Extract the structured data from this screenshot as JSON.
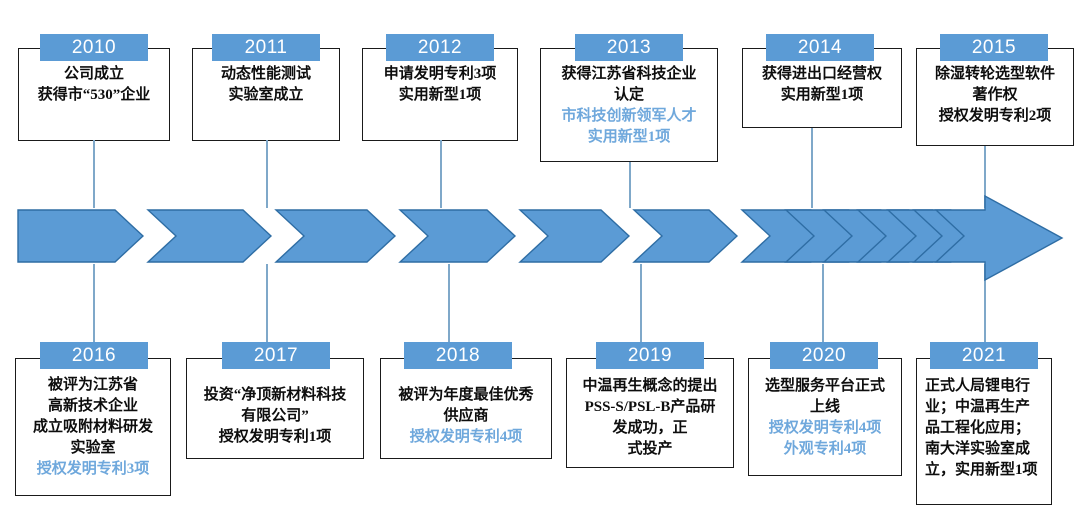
{
  "meta": {
    "accent_blue": "#5B9BD5",
    "accent_text_blue": "#6FA8DC",
    "box_border": "#1a1a1a",
    "stem_color": "#7FA8C9",
    "background": "#ffffff"
  },
  "timeline": {
    "top_events": [
      {
        "year": "2010",
        "lines": [
          {
            "text": "公司成立",
            "accent": false
          },
          {
            "text": "获得市“530”企业",
            "accent": false
          }
        ]
      },
      {
        "year": "2011",
        "lines": [
          {
            "text": "动态性能测试",
            "accent": false
          },
          {
            "text": "实验室成立",
            "accent": false
          }
        ]
      },
      {
        "year": "2012",
        "lines": [
          {
            "text": "申请发明专利3项",
            "accent": false
          },
          {
            "text": "实用新型1项",
            "accent": false
          }
        ]
      },
      {
        "year": "2013",
        "lines": [
          {
            "text": "获得江苏省科技企业",
            "accent": false
          },
          {
            "text": "认定",
            "accent": false
          },
          {
            "text": "市科技创新领军人才",
            "accent": true
          },
          {
            "text": "实用新型1项",
            "accent": true
          }
        ]
      },
      {
        "year": "2014",
        "lines": [
          {
            "text": "获得进出口经营权",
            "accent": false
          },
          {
            "text": "实用新型1项",
            "accent": false
          }
        ]
      },
      {
        "year": "2015",
        "lines": [
          {
            "text": "除湿转轮选型软件",
            "accent": false
          },
          {
            "text": "著作权",
            "accent": false
          },
          {
            "text": "授权发明专利2项",
            "accent": false
          }
        ]
      }
    ],
    "bottom_events": [
      {
        "year": "2016",
        "lines": [
          {
            "text": "被评为江苏省",
            "accent": false
          },
          {
            "text": "高新技术企业",
            "accent": false
          },
          {
            "text": "成立吸附材料研发",
            "accent": false
          },
          {
            "text": "实验室",
            "accent": false
          },
          {
            "text": "授权发明专利3项",
            "accent": true
          }
        ]
      },
      {
        "year": "2017",
        "lines": [
          {
            "text": "投资“净顶新材料科技",
            "accent": false
          },
          {
            "text": "有限公司”",
            "accent": false
          },
          {
            "text": "授权发明专利1项",
            "accent": false
          }
        ]
      },
      {
        "year": "2018",
        "lines": [
          {
            "text": "被评为年度最佳优秀",
            "accent": false
          },
          {
            "text": "供应商",
            "accent": false
          },
          {
            "text": "授权发明专利4项",
            "accent": true
          }
        ]
      },
      {
        "year": "2019",
        "lines": [
          {
            "text": "中温再生概念的提出",
            "accent": false
          },
          {
            "text": "PSS-S/PSL-B产品研",
            "accent": false
          },
          {
            "text": "发成功，正",
            "accent": false
          },
          {
            "text": "式投产",
            "accent": false
          }
        ]
      },
      {
        "year": "2020",
        "lines": [
          {
            "text": "选型服务平台正式",
            "accent": false
          },
          {
            "text": "上线",
            "accent": false
          },
          {
            "text": "授权发明专利4项",
            "accent": true
          },
          {
            "text": "外观专利4项",
            "accent": true
          }
        ]
      },
      {
        "year": "2021",
        "lines": [
          {
            "text": "正式人局锂电行",
            "accent": false
          },
          {
            "text": "业；中温再生产",
            "accent": false
          },
          {
            "text": "品工程化应用；",
            "accent": false
          },
          {
            "text": "南大洋实验室成",
            "accent": false
          },
          {
            "text": "立，实用新型1项",
            "accent": false
          }
        ]
      }
    ]
  },
  "arrow": {
    "description": "horizontal chevron progression ending in large arrowhead",
    "segment_count": 13,
    "fill": "#5B9BD5",
    "stroke": "#2E6DA4"
  }
}
